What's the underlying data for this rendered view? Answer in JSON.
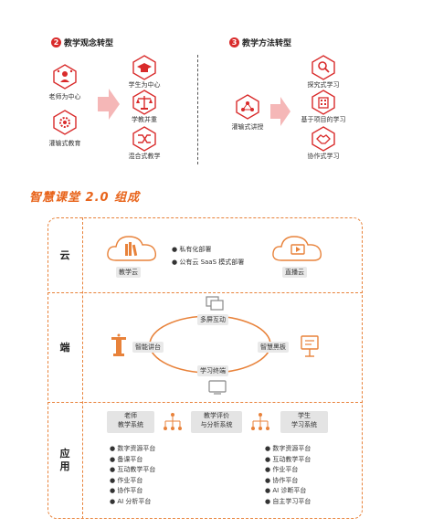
{
  "colors": {
    "accent": "#d92b2b",
    "orange": "#e8641b",
    "border": "#e8823a",
    "pink": "#f5b7b7"
  },
  "left_section": {
    "number": "2",
    "title": "教学观念转型",
    "sources": [
      {
        "label": "老师为中心",
        "icon": "teacher-network-icon"
      },
      {
        "label": "灌输式教育",
        "icon": "gear-brain-icon"
      }
    ],
    "targets": [
      {
        "label": "学生为中心",
        "icon": "graduation-cap-icon"
      },
      {
        "label": "学教并重",
        "icon": "scale-icon"
      },
      {
        "label": "混合式教学",
        "icon": "shuffle-icon"
      }
    ]
  },
  "right_section": {
    "number": "3",
    "title": "教学方法转型",
    "sources": [
      {
        "label": "灌输式讲授",
        "icon": "network-icon"
      }
    ],
    "targets": [
      {
        "label": "探究式学习",
        "icon": "search-icon"
      },
      {
        "label": "基于项目的学习",
        "icon": "building-icon"
      },
      {
        "label": "协作式学习",
        "icon": "handshake-icon"
      }
    ]
  },
  "brand_title": "智慧课堂 2.0 组成",
  "rows": {
    "cloud": "云",
    "end": "端",
    "app": "应\n用"
  },
  "cloud": {
    "left_label": "教学云",
    "right_label": "直播云",
    "bullets": [
      "私有化部署",
      "公有云 SaaS 模式部署"
    ]
  },
  "end": {
    "top": "多屏互动",
    "left": "智能讲台",
    "right": "智慧黑板",
    "bottom": "学习终端"
  },
  "app": {
    "systems": [
      "老师\n教学系统",
      "教学评价\n与分析系统",
      "学生\n学习系统"
    ],
    "teacher_list": [
      "数字资源平台",
      "备课平台",
      "互动教学平台",
      "作业平台",
      "协作平台",
      "AI 分析平台"
    ],
    "student_list": [
      "数字资源平台",
      "互动教学平台",
      "作业平台",
      "协作平台",
      "AI 诊断平台",
      "自主学习平台"
    ]
  }
}
